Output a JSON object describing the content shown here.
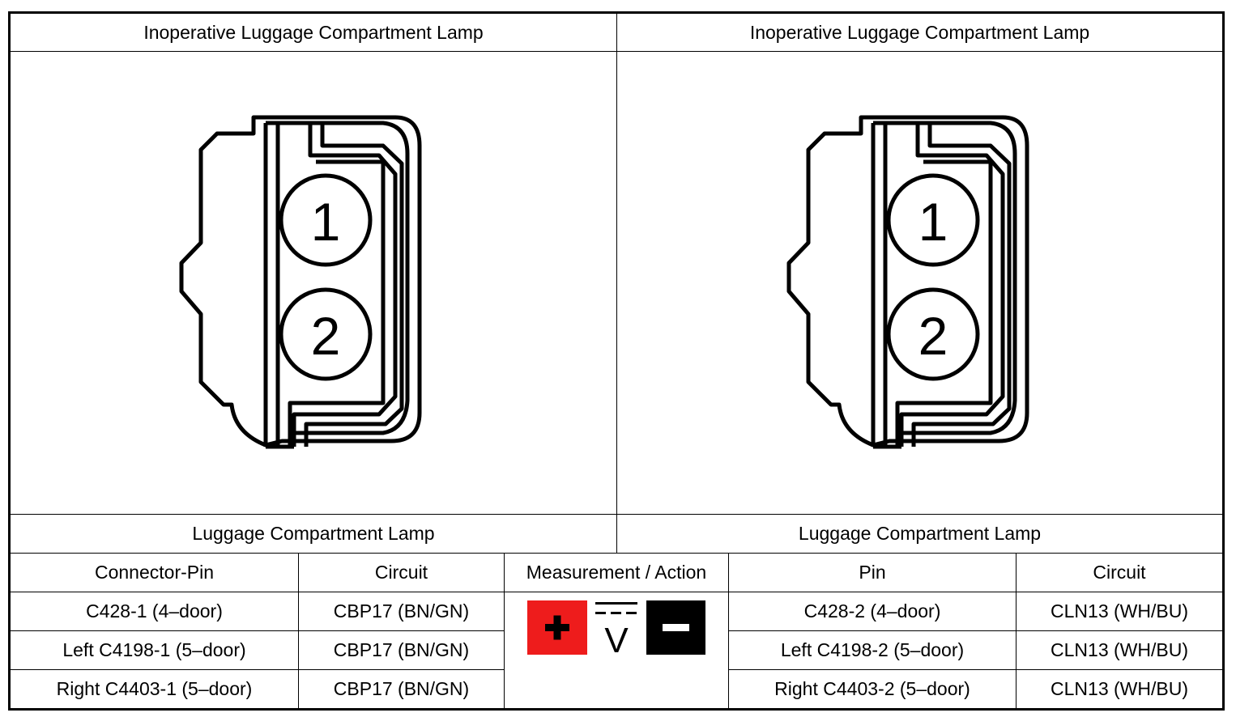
{
  "panels": [
    {
      "title": "Inoperative Luggage Compartment Lamp",
      "component": "Luggage Compartment Lamp",
      "pins": [
        "1",
        "2"
      ]
    },
    {
      "title": "Inoperative Luggage Compartment Lamp",
      "component": "Luggage Compartment Lamp",
      "pins": [
        "1",
        "2"
      ]
    }
  ],
  "table": {
    "headers": {
      "connector_pin": "Connector-Pin",
      "circuit_left": "Circuit",
      "measurement": "Measurement / Action",
      "pin": "Pin",
      "circuit_right": "Circuit"
    },
    "rows": [
      {
        "connector_pin": "C428-1 (4–door)",
        "circuit_left": "CBP17 (BN/GN)",
        "pin": "C428-2 (4–door)",
        "circuit_right": "CLN13 (WH/BU)"
      },
      {
        "connector_pin": "Left C4198-1 (5–door)",
        "circuit_left": "CBP17 (BN/GN)",
        "pin": "Left C4198-2 (5–door)",
        "circuit_right": "CLN13 (WH/BU)"
      },
      {
        "connector_pin": "Right C4403-1 (5–door)",
        "circuit_left": "CBP17 (BN/GN)",
        "pin": "Right C4403-2 (5–door)",
        "circuit_right": "CLN13 (WH/BU)"
      }
    ],
    "measurement_symbols": {
      "positive": {
        "icon": "plus-icon",
        "color": "#ee1c1c",
        "glyph": "+"
      },
      "meter": {
        "icon": "dc-voltmeter-icon",
        "glyph": "V"
      },
      "negative": {
        "icon": "minus-icon",
        "color": "#000000",
        "glyph": "–"
      }
    }
  }
}
